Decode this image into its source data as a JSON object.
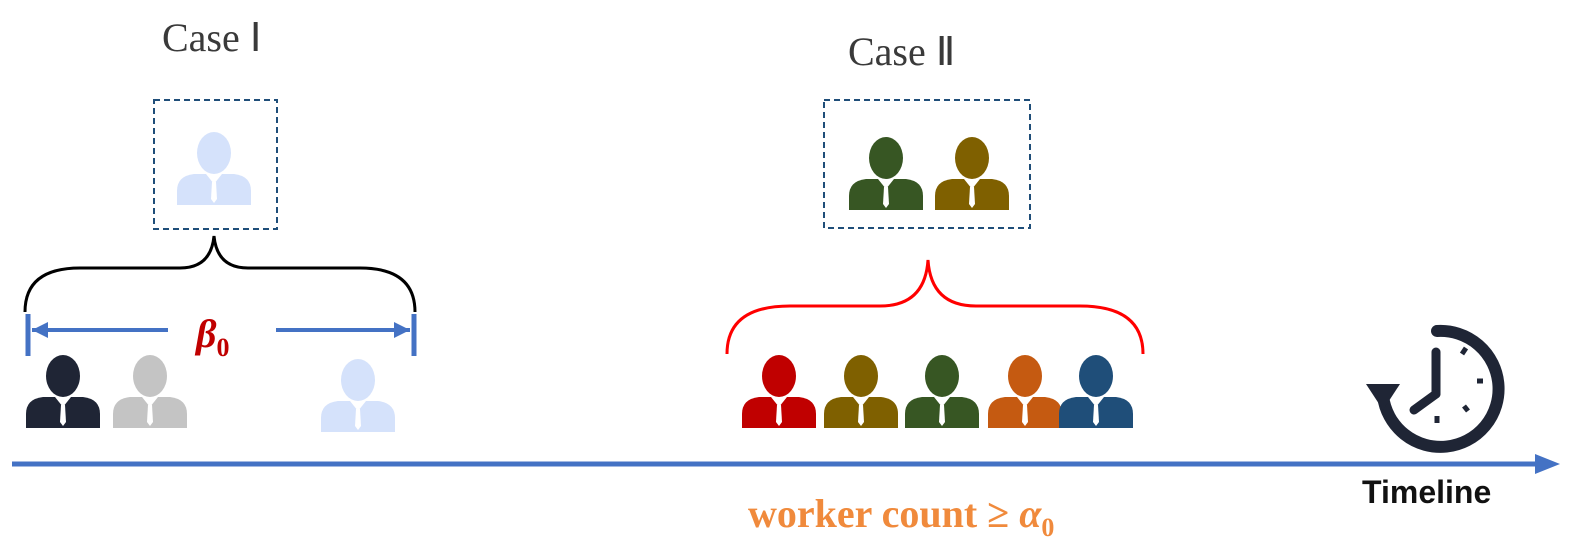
{
  "case1": {
    "title": "Case Ⅰ"
  },
  "case2": {
    "title": "Case Ⅱ"
  },
  "beta_label": {
    "symbol": "β",
    "subscript": "0"
  },
  "timeline": {
    "label": "Timeline"
  },
  "condition": {
    "text": "worker count ≥ ",
    "symbol": "α",
    "subscript": "0"
  },
  "colors": {
    "axis": "#4472c4",
    "case2_brace": "#ff0000",
    "worker_dark": "#1f2535",
    "worker_gray": "#c4c4c4",
    "worker_faded": "#d5e2fb",
    "worker_red": "#c00000",
    "worker_olive": "#7f6000",
    "worker_green": "#375623",
    "worker_orange": "#c55a11",
    "worker_blue": "#1f4e79",
    "clock": "#1f2535"
  },
  "icons": [
    "worker-icon",
    "timer-clock-icon",
    "arrow-icon",
    "curly-brace-icon"
  ]
}
